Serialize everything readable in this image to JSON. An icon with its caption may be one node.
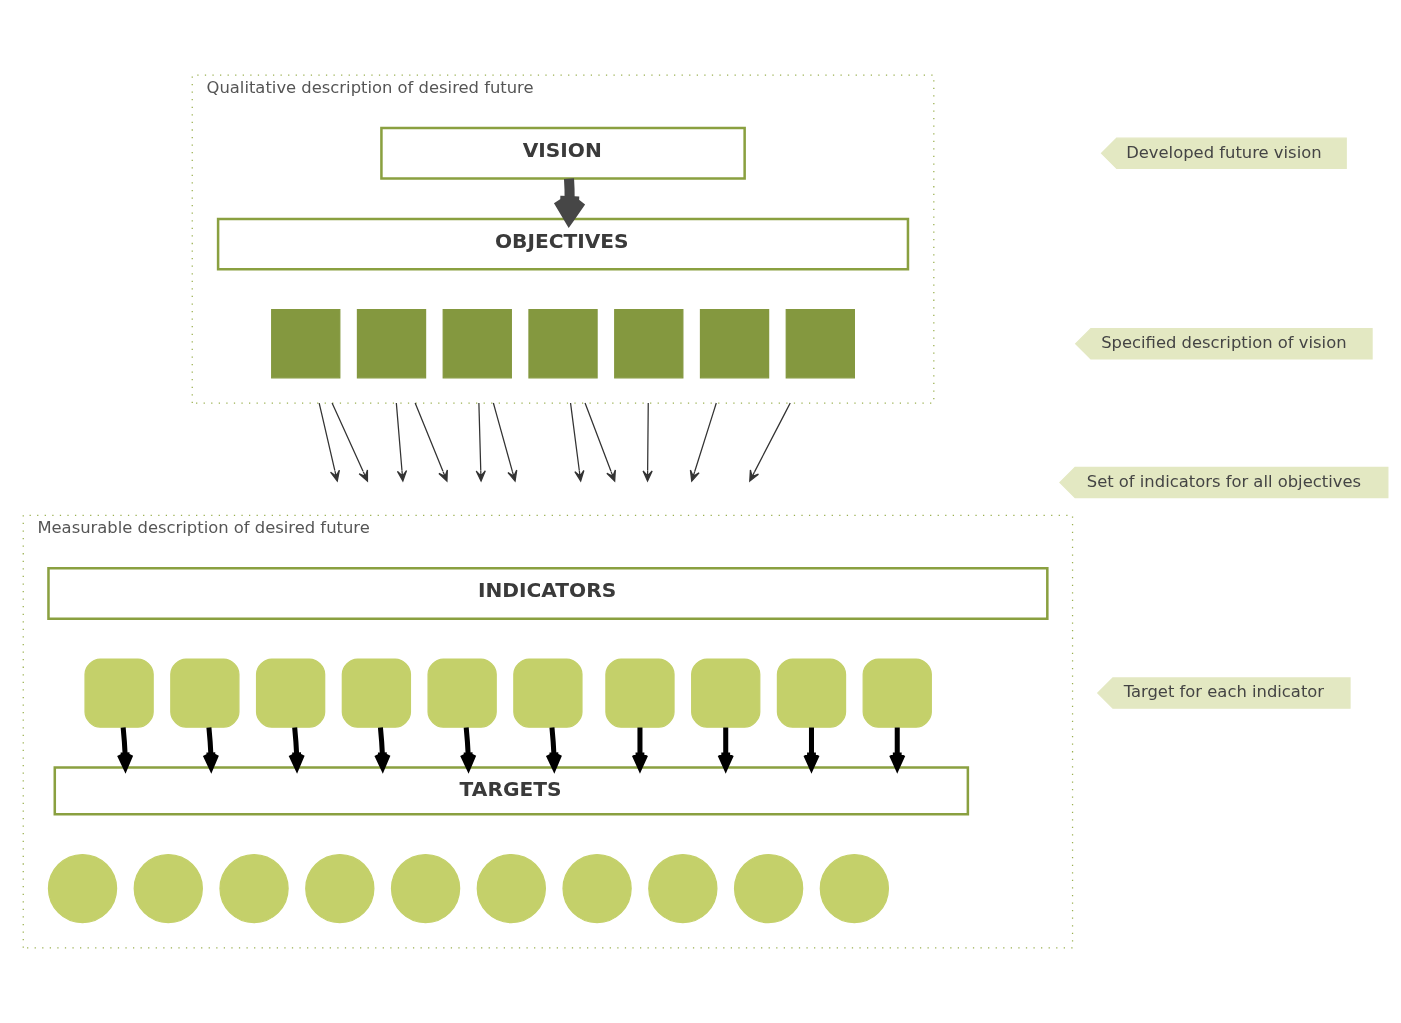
{
  "diagram": {
    "nodes": [
      {
        "text": [
          "Qualitative description of desired future"
        ]
      },
      {
        "text": [
          "VISION"
        ],
        "in": 0
      },
      {
        "text": [
          "OBJECTIVES"
        ],
        "in": 0
      },
      {
        "text": [],
        "shape": "box",
        "in": 0
      },
      {
        "text": [],
        "shape": "box",
        "in": 0
      },
      {
        "text": [],
        "shape": "box",
        "in": 0
      },
      {
        "text": [],
        "shape": "box",
        "in": 0
      },
      {
        "text": [],
        "shape": "box",
        "in": 0
      },
      {
        "text": [],
        "shape": "box",
        "in": 0
      },
      {
        "text": [],
        "shape": "box",
        "in": 0
      },
      {
        "text": [
          "Measurable description of desired future"
        ]
      },
      {
        "text": [
          "INDICATORS"
        ],
        "in": 10
      },
      {
        "text": [],
        "shape": "box",
        "in": 10
      },
      {
        "text": [],
        "shape": "box",
        "in": 10
      },
      {
        "text": [],
        "shape": "box",
        "in": 10
      },
      {
        "text": [],
        "shape": "box",
        "in": 10
      },
      {
        "text": [],
        "shape": "box",
        "in": 10
      },
      {
        "text": [],
        "shape": "box",
        "in": 10
      },
      {
        "text": [],
        "shape": "box",
        "in": 10
      },
      {
        "text": [],
        "shape": "box",
        "in": 10
      },
      {
        "text": [],
        "shape": "box",
        "in": 10
      },
      {
        "text": [],
        "shape": "box",
        "in": 10
      },
      {
        "text": [
          "TARGETS"
        ],
        "in": 10
      },
      {
        "text": [],
        "shape": "circle",
        "in": 10
      },
      {
        "text": [],
        "shape": "circle",
        "in": 10
      },
      {
        "text": [],
        "shape": "circle",
        "in": 10
      },
      {
        "text": [],
        "shape": "circle",
        "in": 10
      },
      {
        "text": [],
        "shape": "circle",
        "in": 10
      },
      {
        "text": [],
        "shape": "circle",
        "in": 10
      },
      {
        "text": [],
        "shape": "circle",
        "in": 10
      },
      {
        "text": [],
        "shape": "circle",
        "in": 10
      },
      {
        "text": [],
        "shape": "circle",
        "in": 10
      },
      {
        "text": [],
        "shape": "circle",
        "in": 10
      },
      {
        "text": [
          "Developed future vision"
        ]
      },
      {
        "text": [
          "Specified description of vision"
        ]
      },
      {
        "text": [
          "Set of indicators for all objectives"
        ]
      },
      {
        "text": [
          "Target for each indicator"
        ]
      }
    ],
    "edges": [
      {
        "from": 1,
        "to": 2,
        "arrow": "to",
        "style": "thick",
        "color": "#464646"
      },
      {
        "from": 0,
        "to": null,
        "arrow": "to"
      },
      {
        "from": 0,
        "to": null,
        "arrow": "to"
      },
      {
        "from": 0,
        "to": null,
        "arrow": "to"
      },
      {
        "from": 0,
        "to": null,
        "arrow": "to"
      },
      {
        "from": 0,
        "to": null,
        "arrow": "to"
      },
      {
        "from": 0,
        "to": null,
        "arrow": "to"
      },
      {
        "from": 0,
        "to": null,
        "arrow": "to"
      },
      {
        "from": 0,
        "to": null,
        "arrow": "to"
      },
      {
        "from": 0,
        "to": null,
        "arrow": "to"
      },
      {
        "from": 0,
        "to": null,
        "arrow": "to"
      },
      {
        "from": 0,
        "to": null,
        "arrow": "to"
      },
      {
        "from": 12,
        "to": 22,
        "arrow": "to",
        "style": "thick"
      },
      {
        "from": 13,
        "to": 22,
        "arrow": "to",
        "style": "thick"
      },
      {
        "from": 14,
        "to": 22,
        "arrow": "to",
        "style": "thick"
      },
      {
        "from": 15,
        "to": 22,
        "arrow": "to",
        "style": "thick"
      },
      {
        "from": 16,
        "to": 22,
        "arrow": "to",
        "style": "thick"
      },
      {
        "from": 17,
        "to": 22,
        "arrow": "to",
        "style": "thick"
      },
      {
        "from": 18,
        "to": 22,
        "arrow": "to",
        "style": "thick"
      },
      {
        "from": 19,
        "to": 22,
        "arrow": "to",
        "style": "thick"
      },
      {
        "from": 20,
        "to": 22,
        "arrow": "to",
        "style": "thick"
      },
      {
        "from": 21,
        "to": 22,
        "arrow": "to",
        "style": "thick"
      }
    ]
  }
}
